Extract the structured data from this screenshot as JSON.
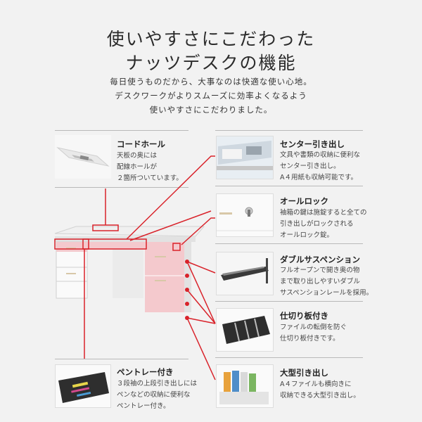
{
  "header": {
    "title_line1": "使いやすさにこだわった",
    "title_line2": "ナッツデスクの機能",
    "intro_line1": "毎日使うものだから、大事なのは快適な使い心地。",
    "intro_line2": "デスクワークがよりスムーズに効率よくなるよう",
    "intro_line3": "使いやすさにこだわりました。"
  },
  "features": {
    "cord_hole": {
      "title": "コードホール",
      "desc": "天板の奥には\n配線ホールが\n２箇所ついています。"
    },
    "center_drawer": {
      "title": "センター引き出し",
      "desc": "文具や書類の収納に便利な\nセンター引き出し。\nA４用紙も収納可能です。"
    },
    "all_lock": {
      "title": "オールロック",
      "desc": "袖箱の鍵は施錠すると全ての\n引き出しがロックされる\nオールロック錠。"
    },
    "double_suspension": {
      "title": "ダブルサスペンション",
      "desc": "フルオープンで開き奥の物\nまで取り出しやすいダブル\nサスペンションレールを採用。"
    },
    "divider": {
      "title": "仕切り板付き",
      "desc": "ファイルの転倒を防ぐ\n仕切り板付きです。"
    },
    "pen_tray": {
      "title": "ペントレー付き",
      "desc": "３段袖の上段引き出しには\nペンなどの収納に便利な\nペントレー付き。"
    },
    "large_drawer": {
      "title": "大型引き出し",
      "desc": "A４ファイルも横向きに\n収納できる大型引き出し。"
    }
  },
  "colors": {
    "accent": "#d9222a",
    "pink": "#f4c9cd",
    "rule": "#b9b9b9"
  }
}
